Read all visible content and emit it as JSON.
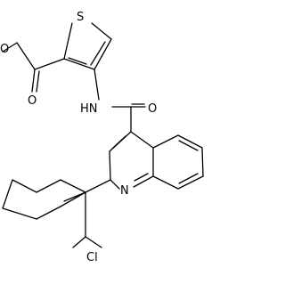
{
  "structure": {
    "atoms": {
      "S": "S",
      "O_methoxy": "O",
      "O_ester": "O",
      "NH": "HN",
      "O_amide": "O",
      "N_ring": "N",
      "Cl": "Cl"
    }
  },
  "colors": {
    "bond": "#000000",
    "label": "#000000",
    "background": "#ffffff"
  }
}
